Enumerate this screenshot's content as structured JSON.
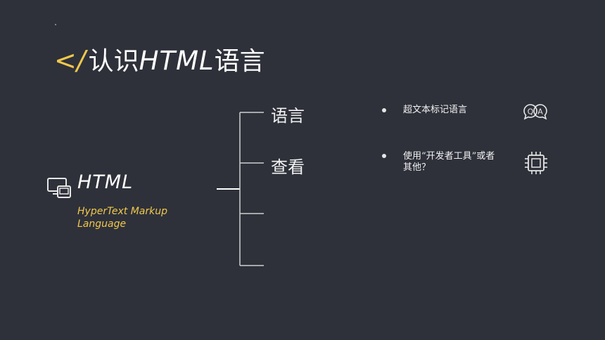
{
  "title": {
    "tag": "</",
    "prefix": "认识",
    "keyword": "HTML",
    "suffix": "语言"
  },
  "html_block": {
    "label": "HTML",
    "subtitle": "HyperText Markup Language"
  },
  "branches": [
    {
      "label": "语言"
    },
    {
      "label": "查看"
    },
    {
      "label": ""
    },
    {
      "label": ""
    }
  ],
  "bullets": [
    {
      "text": "超文本标记语言",
      "icon": "qa-icon"
    },
    {
      "text": "使用“开发者工具”或者其他？",
      "icon": "chip-icon"
    }
  ],
  "colors": {
    "background": "#2e313a",
    "accent": "#f2c84b",
    "text": "#ffffff"
  }
}
